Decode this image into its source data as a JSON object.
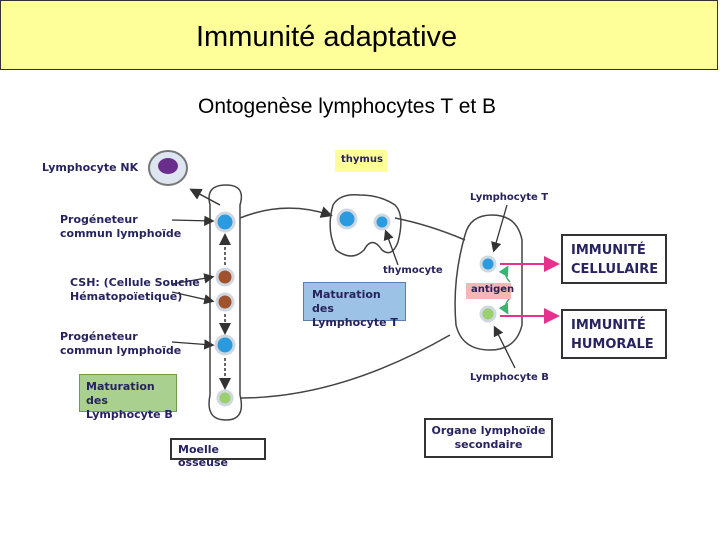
{
  "header": {
    "title": "Immunité adaptative"
  },
  "subtitle": "Ontogenèse lymphocytes T et B",
  "labels": {
    "nk": "Lymphocyte NK",
    "prog1_l1": "Progéneteur",
    "prog1_l2": "commun lymphoïde",
    "csh_l1": "CSH: (Cellule Souche",
    "csh_l2": "Hématopoïetique)",
    "prog2_l1": "Progéneteur",
    "prog2_l2": "commun lymphoïde",
    "thymus": "thymus",
    "thymocyte": "thymocyte",
    "lymphoT": "Lymphocyte T",
    "lymphoB": "Lymphocyte B",
    "antigen": "antigen",
    "matT_l1": "Maturation des",
    "matT_l2": "Lymphocyte T",
    "matB_l1": "Maturation des",
    "matB_l2": "Lymphocyte B",
    "moelle": "Moelle osseuse",
    "organe_l1": "Organe lymphoïde",
    "organe_l2": "secondaire",
    "cell_l1": "IMMUNITÉ",
    "cell_l2": "CELLULAIRE",
    "hum_l1": "IMMUNITÉ",
    "hum_l2": "HUMORALE"
  },
  "colors": {
    "blue_cell": "#2b9be0",
    "brown_cell": "#a0522d",
    "green_cell": "#9ccf6e",
    "nk_cell": "#6a2e8c",
    "outline": "#333333",
    "pink_arrow": "#e6328c",
    "green_arrow": "#3cb371"
  }
}
